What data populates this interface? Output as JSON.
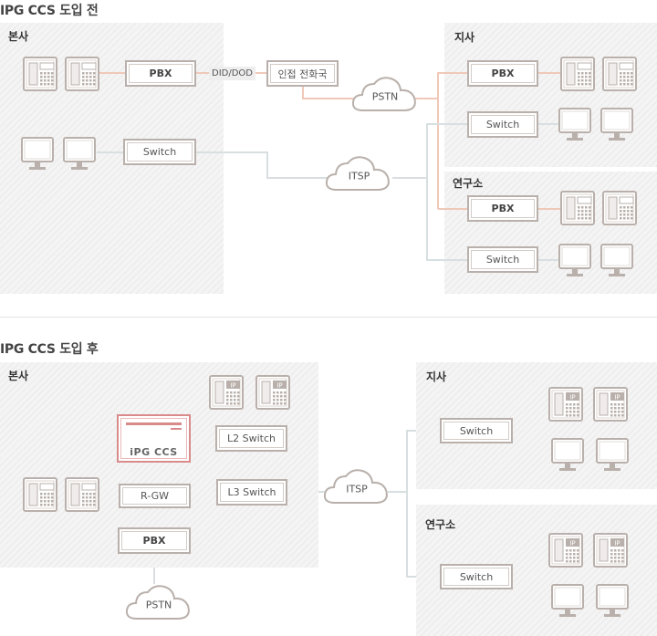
{
  "before": {
    "title": "IPG CCS 도입 전",
    "hq_label": "본사",
    "branch_label": "지사",
    "lab_label": "연구소",
    "pbx": "PBX",
    "switch": "Switch",
    "did_dod": "DID/DOD",
    "exchange": "인접 전화국",
    "pstn": "PSTN",
    "itsp": "ITSP"
  },
  "after": {
    "title": "IPG CCS 도입 후",
    "hq_label": "본사",
    "branch_label": "지사",
    "lab_label": "연구소",
    "ipg_label": "iPG CCS",
    "l2_switch": "L2 Switch",
    "l3_switch": "L3 Switch",
    "rgw": "R-GW",
    "pbx": "PBX",
    "itsp": "ITSP",
    "pstn": "PSTN",
    "switch": "Switch",
    "ip_tag": "IP"
  },
  "colors": {
    "pstn_line": "#f0c8b8",
    "data_line": "#d8dfe0",
    "ipg_accent": "#d98b8b",
    "device": "#b9b0ab"
  },
  "icons": [
    "phone-icon",
    "ip-phone-icon",
    "monitor-icon",
    "cloud-icon"
  ]
}
